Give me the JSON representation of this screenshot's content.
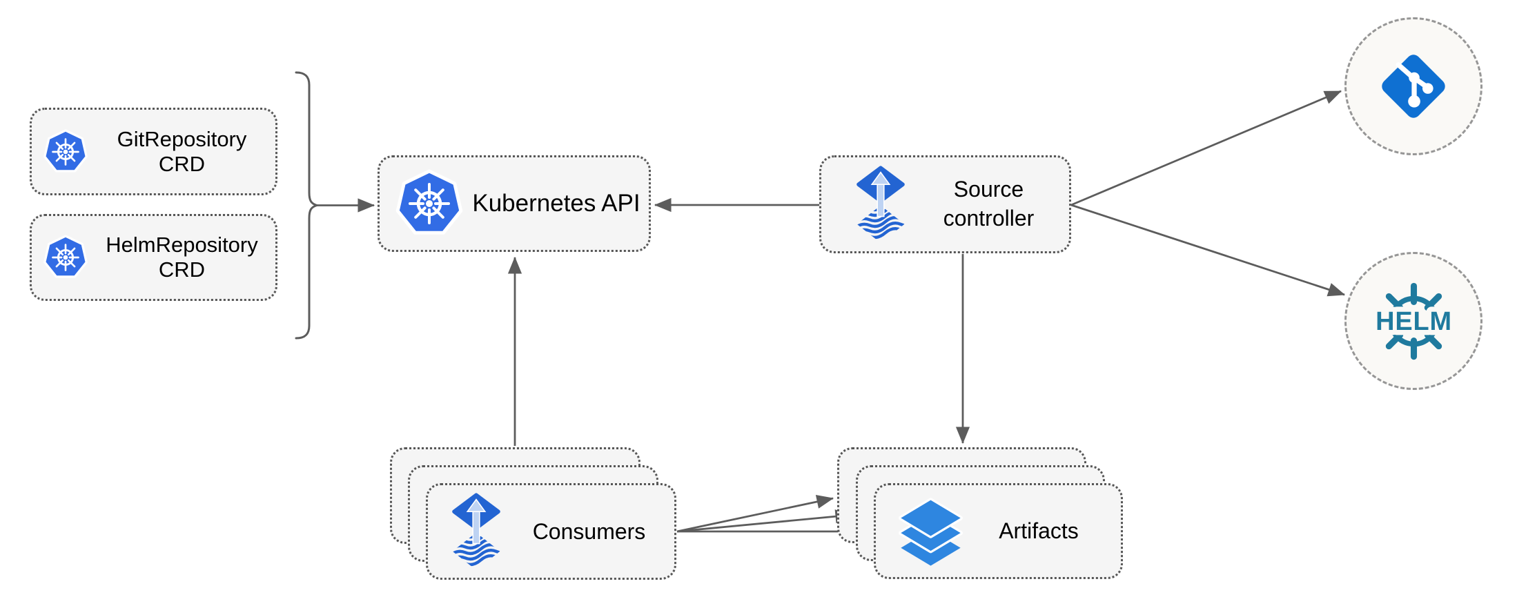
{
  "nodes": {
    "git_crd": {
      "label": "GitRepository\nCRD",
      "icon": "kubernetes-icon"
    },
    "helm_crd": {
      "label": "HelmRepository\nCRD",
      "icon": "kubernetes-icon"
    },
    "kubernetes_api": {
      "label": "Kubernetes API",
      "icon": "kubernetes-icon"
    },
    "source_controller": {
      "label": "Source\ncontroller",
      "icon": "flux-icon"
    },
    "consumers": {
      "label": "Consumers",
      "icon": "flux-icon",
      "stacked": true
    },
    "artifacts": {
      "label": "Artifacts",
      "icon": "layers-icon",
      "stacked": true
    },
    "git_endpoint": {
      "icon": "git-icon"
    },
    "helm_endpoint": {
      "icon": "helm-icon",
      "logo_text": "HELM"
    }
  },
  "edges": [
    {
      "from": "git_crd / helm_crd (bracket group)",
      "to": "kubernetes_api"
    },
    {
      "from": "source_controller",
      "to": "kubernetes_api"
    },
    {
      "from": "source_controller",
      "to": "git_endpoint"
    },
    {
      "from": "source_controller",
      "to": "helm_endpoint"
    },
    {
      "from": "source_controller",
      "to": "artifacts"
    },
    {
      "from": "consumers",
      "to": "kubernetes_api"
    },
    {
      "from": "consumers",
      "to": "artifacts",
      "count": 3
    }
  ],
  "colors": {
    "kubernetes_blue": "#326CE5",
    "flux_blue": "#2364D2",
    "flux_arrow": "#BED3F3",
    "layers_blue": "#2E86E0",
    "git_blue": "#0F70D2",
    "helm_teal": "#1F7A9E",
    "line_gray": "#5C5C5C",
    "node_fill": "#F5F5F5",
    "node_border": "#565656",
    "circle_fill": "#FAF9F6",
    "circle_border": "#969696",
    "text_color": "#000000"
  }
}
